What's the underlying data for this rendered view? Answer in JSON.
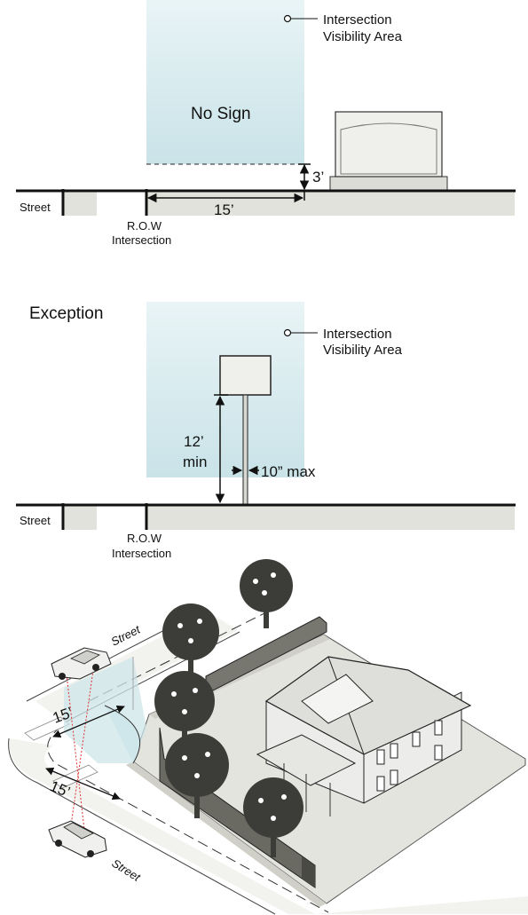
{
  "panel_top": {
    "legend_label_line1": "Intersection",
    "legend_label_line2": "Visibility Area",
    "no_sign_label": "No Sign",
    "height_label": "3’",
    "distance_label": "15’",
    "street_label": "Street",
    "row_label_line1": "R.O.W",
    "row_label_line2": "Intersection"
  },
  "panel_middle": {
    "title": "Exception",
    "legend_label_line1": "Intersection",
    "legend_label_line2": "Visibility Area",
    "clearance_label_line1": "12’",
    "clearance_label_line2": "min",
    "post_width_label": "10” max",
    "street_label": "Street",
    "row_label_line1": "R.O.W",
    "row_label_line2": "Intersection"
  },
  "panel_bottom": {
    "street_label_top": "Street",
    "street_label_bottom": "Street",
    "distance_label_1": "15’",
    "distance_label_2": "15’"
  },
  "colors": {
    "visibility_area": "#d6ecef",
    "ground": "#e2e2dc",
    "sign": "#efefeb",
    "tree": "#3c3c38",
    "wall": "#77776f",
    "house": "#ececea"
  }
}
